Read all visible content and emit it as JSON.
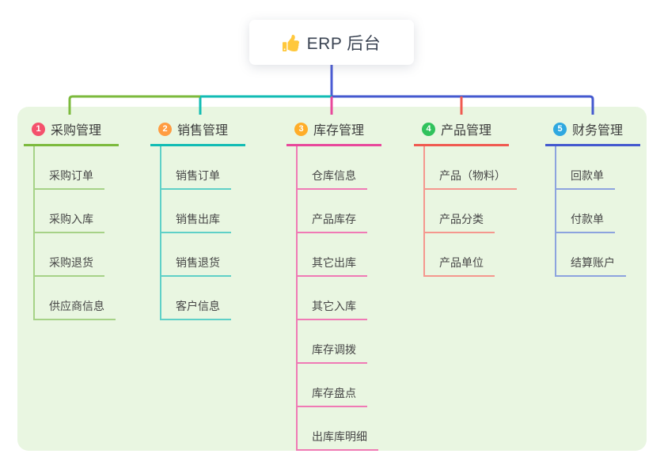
{
  "canvas": {
    "background": "#ffffff",
    "panel_color": "#E9F6E1"
  },
  "root": {
    "title": "ERP 后台",
    "icon": "thumbs-up-icon",
    "icon_color": "#FFC83D",
    "line_color": "#4A5BD4"
  },
  "branches": [
    {
      "number": "1",
      "title": "采购管理",
      "badge_color": "#F4516C",
      "line_color": "#7CBA3D",
      "child_line_color": "#A6D287",
      "children": [
        "采购订单",
        "采购入库",
        "采购退货",
        "供应商信息"
      ]
    },
    {
      "number": "2",
      "title": "销售管理",
      "badge_color": "#FF9C41",
      "line_color": "#12BCB4",
      "child_line_color": "#5FD0C7",
      "children": [
        "销售订单",
        "销售出库",
        "销售退货",
        "客户信息"
      ]
    },
    {
      "number": "3",
      "title": "库存管理",
      "badge_color": "#FFAD29",
      "line_color": "#E8489B",
      "child_line_color": "#F07AB5",
      "children": [
        "仓库信息",
        "产品库存",
        "其它出库",
        "其它入库",
        "库存调拨",
        "库存盘点",
        "出库库明细"
      ]
    },
    {
      "number": "4",
      "title": "产品管理",
      "badge_color": "#30C25C",
      "line_color": "#F05A50",
      "child_line_color": "#F5978E",
      "children": [
        "产品（物料）",
        "产品分类",
        "产品单位"
      ]
    },
    {
      "number": "5",
      "title": "财务管理",
      "badge_color": "#2FA8E0",
      "line_color": "#4459CF",
      "child_line_color": "#8CA3DE",
      "children": [
        "回款单",
        "付款单",
        "结算账户"
      ]
    }
  ]
}
